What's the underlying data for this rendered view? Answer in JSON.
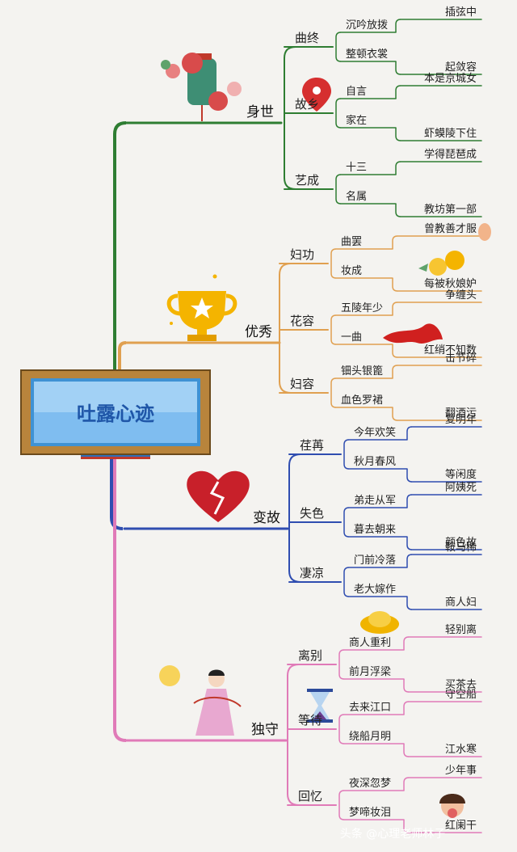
{
  "root": "吐露心迹",
  "branches": [
    {
      "label": "身世",
      "color": "#2e7d32",
      "children": [
        {
          "label": "曲终",
          "leaves": [
            {
              "label": "沉吟放拨",
              "sub": "插弦中"
            },
            {
              "label": "整顿衣裳",
              "sub": "起敛容"
            }
          ]
        },
        {
          "label": "故乡",
          "leaves": [
            {
              "label": "自言",
              "sub": "本是京城女"
            },
            {
              "label": "家在",
              "sub": "虾蟆陵下住"
            }
          ]
        },
        {
          "label": "艺成",
          "leaves": [
            {
              "label": "十三",
              "sub": "学得琵琶成"
            },
            {
              "label": "名属",
              "sub": "教坊第一部"
            }
          ]
        }
      ]
    },
    {
      "label": "优秀",
      "color": "#e0a050",
      "children": [
        {
          "label": "妇功",
          "leaves": [
            {
              "label": "曲罢",
              "sub": "曾教善才服"
            },
            {
              "label": "妆成",
              "sub": "每被秋娘妒"
            }
          ]
        },
        {
          "label": "花容",
          "leaves": [
            {
              "label": "五陵年少",
              "sub": "争缠头"
            },
            {
              "label": "一曲",
              "sub": "红绡不知数"
            }
          ]
        },
        {
          "label": "妇容",
          "leaves": [
            {
              "label": "钿头银篦",
              "sub": "击节碎"
            },
            {
              "label": "血色罗裙",
              "sub": "翻酒污"
            }
          ]
        }
      ]
    },
    {
      "label": "变故",
      "color": "#2f4db0",
      "children": [
        {
          "label": "荏苒",
          "leaves": [
            {
              "label": "今年欢笑",
              "sub": "复明年"
            },
            {
              "label": "秋月春风",
              "sub": "等闲度"
            }
          ]
        },
        {
          "label": "失色",
          "leaves": [
            {
              "label": "弟走从军",
              "sub": "阿姨死"
            },
            {
              "label": "暮去朝来",
              "sub": "颜色故"
            }
          ]
        },
        {
          "label": "凄凉",
          "leaves": [
            {
              "label": "门前冷落",
              "sub": "鞍马稀"
            },
            {
              "label": "老大嫁作",
              "sub": "商人妇"
            }
          ]
        }
      ]
    },
    {
      "label": "独守",
      "color": "#e07ab8",
      "children": [
        {
          "label": "离别",
          "leaves": [
            {
              "label": "商人重利",
              "sub": "轻别离"
            },
            {
              "label": "前月浮梁",
              "sub": "买茶去"
            }
          ]
        },
        {
          "label": "等待",
          "leaves": [
            {
              "label": "去来江口",
              "sub": "守空船"
            },
            {
              "label": "绕船月明",
              "sub": "江水寒"
            }
          ]
        },
        {
          "label": "回忆",
          "leaves": [
            {
              "label": "夜深忽梦",
              "sub": "少年事"
            },
            {
              "label": "梦啼妆泪",
              "sub": "红阑干"
            }
          ]
        }
      ]
    }
  ],
  "watermark": "头条 @心理老师林子",
  "icons": [
    "flower-lantern-icon",
    "location-pin-icon",
    "trophy-icon",
    "peach-icon",
    "oranges-icon",
    "red-ribbon-icon",
    "book-icon",
    "broken-heart-icon",
    "gold-ingot-icon",
    "moon-icon",
    "hourglass-icon",
    "lady-figure-icon",
    "girl-crying-icon"
  ]
}
